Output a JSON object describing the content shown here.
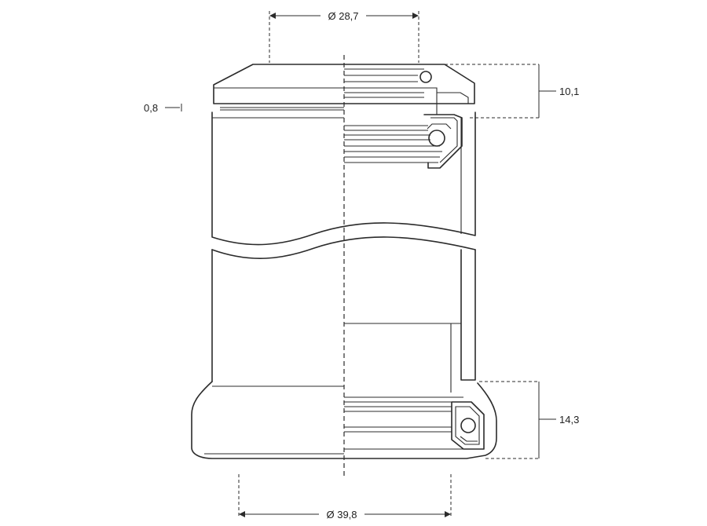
{
  "dimensions": {
    "top_diameter": "Ø 28,7",
    "bottom_diameter": "Ø 39,8",
    "top_cup_height": "10,1",
    "bottom_cup_height": "14,3",
    "stack_gap": "0,8"
  }
}
